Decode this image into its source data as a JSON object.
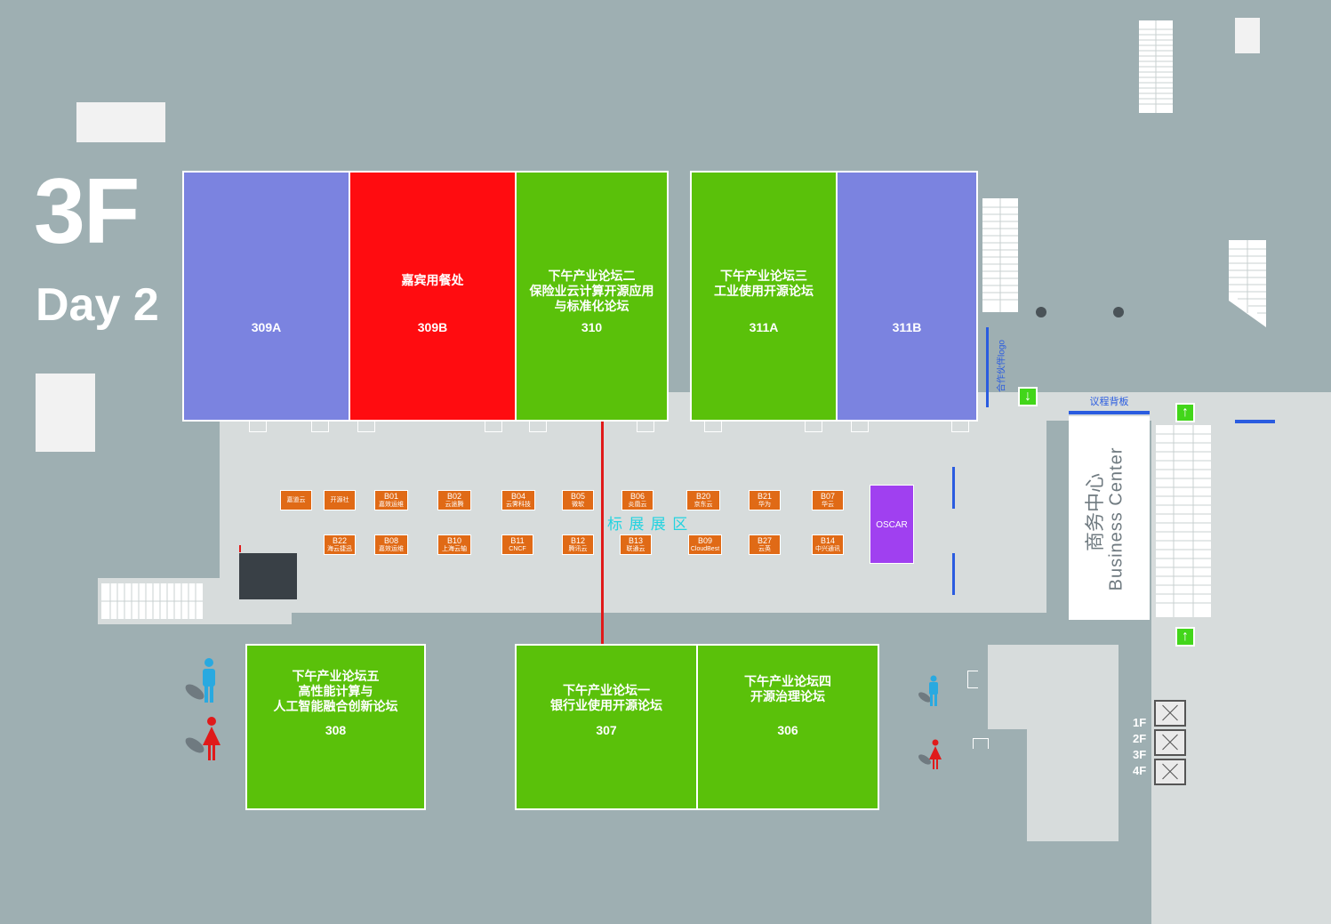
{
  "floor": {
    "label": "3F",
    "day": "Day 2"
  },
  "colors": {
    "background": "#9eafb2",
    "corridor": "#d7dcdc",
    "room_blue": "#7b83e0",
    "room_red": "#ff0c10",
    "room_green": "#5ac10a",
    "booth_orange": "#e06a16",
    "oscar_purple": "#a040f0",
    "divider_red": "#e01a1a"
  },
  "rooms": {
    "r309a": {
      "number": "309A",
      "title": ""
    },
    "r309b": {
      "number": "309B",
      "title": "嘉宾用餐处"
    },
    "r310": {
      "number": "310",
      "title": "下午产业论坛二\n保险业云计算开源应用\n与标准化论坛"
    },
    "r311a": {
      "number": "311A",
      "title": "下午产业论坛三\n工业使用开源论坛"
    },
    "r311b": {
      "number": "311B",
      "title": ""
    },
    "r308": {
      "number": "308",
      "title": "下午产业论坛五\n高性能计算与\n人工智能融合创新论坛"
    },
    "r307": {
      "number": "307",
      "title": "下午产业论坛一\n银行业使用开源论坛"
    },
    "r306": {
      "number": "306",
      "title": "下午产业论坛四\n开源治理论坛"
    }
  },
  "exhibit_area_label": "标 展 展 区",
  "booths_row1": [
    {
      "code": "",
      "name": "嘉道云"
    },
    {
      "code": "",
      "name": "开源社"
    },
    {
      "code": "B01",
      "name": "嘉效运维"
    },
    {
      "code": "B02",
      "name": "云途腾"
    },
    {
      "code": "B04",
      "name": "云霁科技"
    },
    {
      "code": "B05",
      "name": "微软"
    },
    {
      "code": "B06",
      "name": "炎凰云"
    },
    {
      "code": "B20",
      "name": "京东云"
    },
    {
      "code": "B21",
      "name": "华为"
    },
    {
      "code": "B07",
      "name": "华云"
    }
  ],
  "booths_row2": [
    {
      "code": "B22",
      "name": "海云捷迅"
    },
    {
      "code": "B08",
      "name": "嘉效运维"
    },
    {
      "code": "B10",
      "name": "上海云轴"
    },
    {
      "code": "B11",
      "name": "CNCF"
    },
    {
      "code": "B12",
      "name": "腾讯云"
    },
    {
      "code": "B13",
      "name": "联通云"
    },
    {
      "code": "B09",
      "name": "CloudBest"
    },
    {
      "code": "B27",
      "name": "云英"
    },
    {
      "code": "B14",
      "name": "中兴通讯"
    }
  ],
  "oscar_label": "OSCAR",
  "partner_logo_label": "合作伙伴logo",
  "agenda_board_label": "议程背板",
  "business_center": {
    "cn": "商务中心",
    "en": "Business Center"
  },
  "elevator_floors": [
    "1F",
    "2F",
    "3F",
    "4F"
  ]
}
